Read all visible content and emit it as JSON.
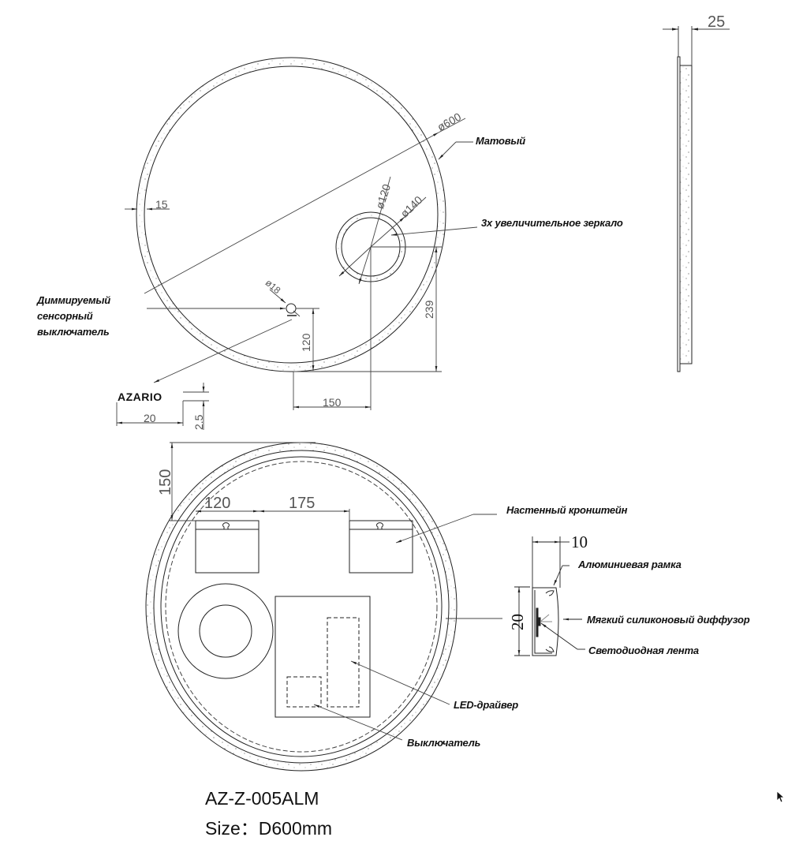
{
  "drawing": {
    "model": "AZ-Z-005ALM",
    "size_label": "Size：",
    "size_value": "D600mm"
  },
  "front_view": {
    "dimensions": {
      "diameter_main": "ø600",
      "frame_width": "15",
      "magnifier_inner": "ø120",
      "magnifier_outer": "ø140",
      "switch_diameter": "ø18",
      "switch_height": "120",
      "magnifier_height": "239",
      "magnifier_offset": "150"
    },
    "callouts": {
      "matte": "Матовый",
      "magnifier": "3x увеличительное зеркало",
      "switch_line1": "Диммируемый",
      "switch_line2": "сенсорный",
      "switch_line3": "выключатель"
    }
  },
  "logo_detail": {
    "brand": "AZARIO",
    "width": "20",
    "height": "2.5"
  },
  "side_view": {
    "depth": "25"
  },
  "back_view": {
    "dimensions": {
      "bracket_top_offset": "150",
      "bracket_width": "120",
      "bracket_gap": "175"
    },
    "callouts": {
      "wall_bracket": "Настенный кронштейн",
      "led_driver": "LED-драйвер",
      "switch": "Выключатель"
    }
  },
  "profile_detail": {
    "width": "10",
    "height": "20",
    "callouts": {
      "aluminum_frame": "Алюминиевая рамка",
      "diffuser": "Мягкий силиконовый диффузор",
      "led_strip": "Светодиодная лента"
    }
  },
  "colors": {
    "line": "#222222",
    "dim_line": "#444444",
    "dim_text": "#555555",
    "background": "#ffffff"
  }
}
